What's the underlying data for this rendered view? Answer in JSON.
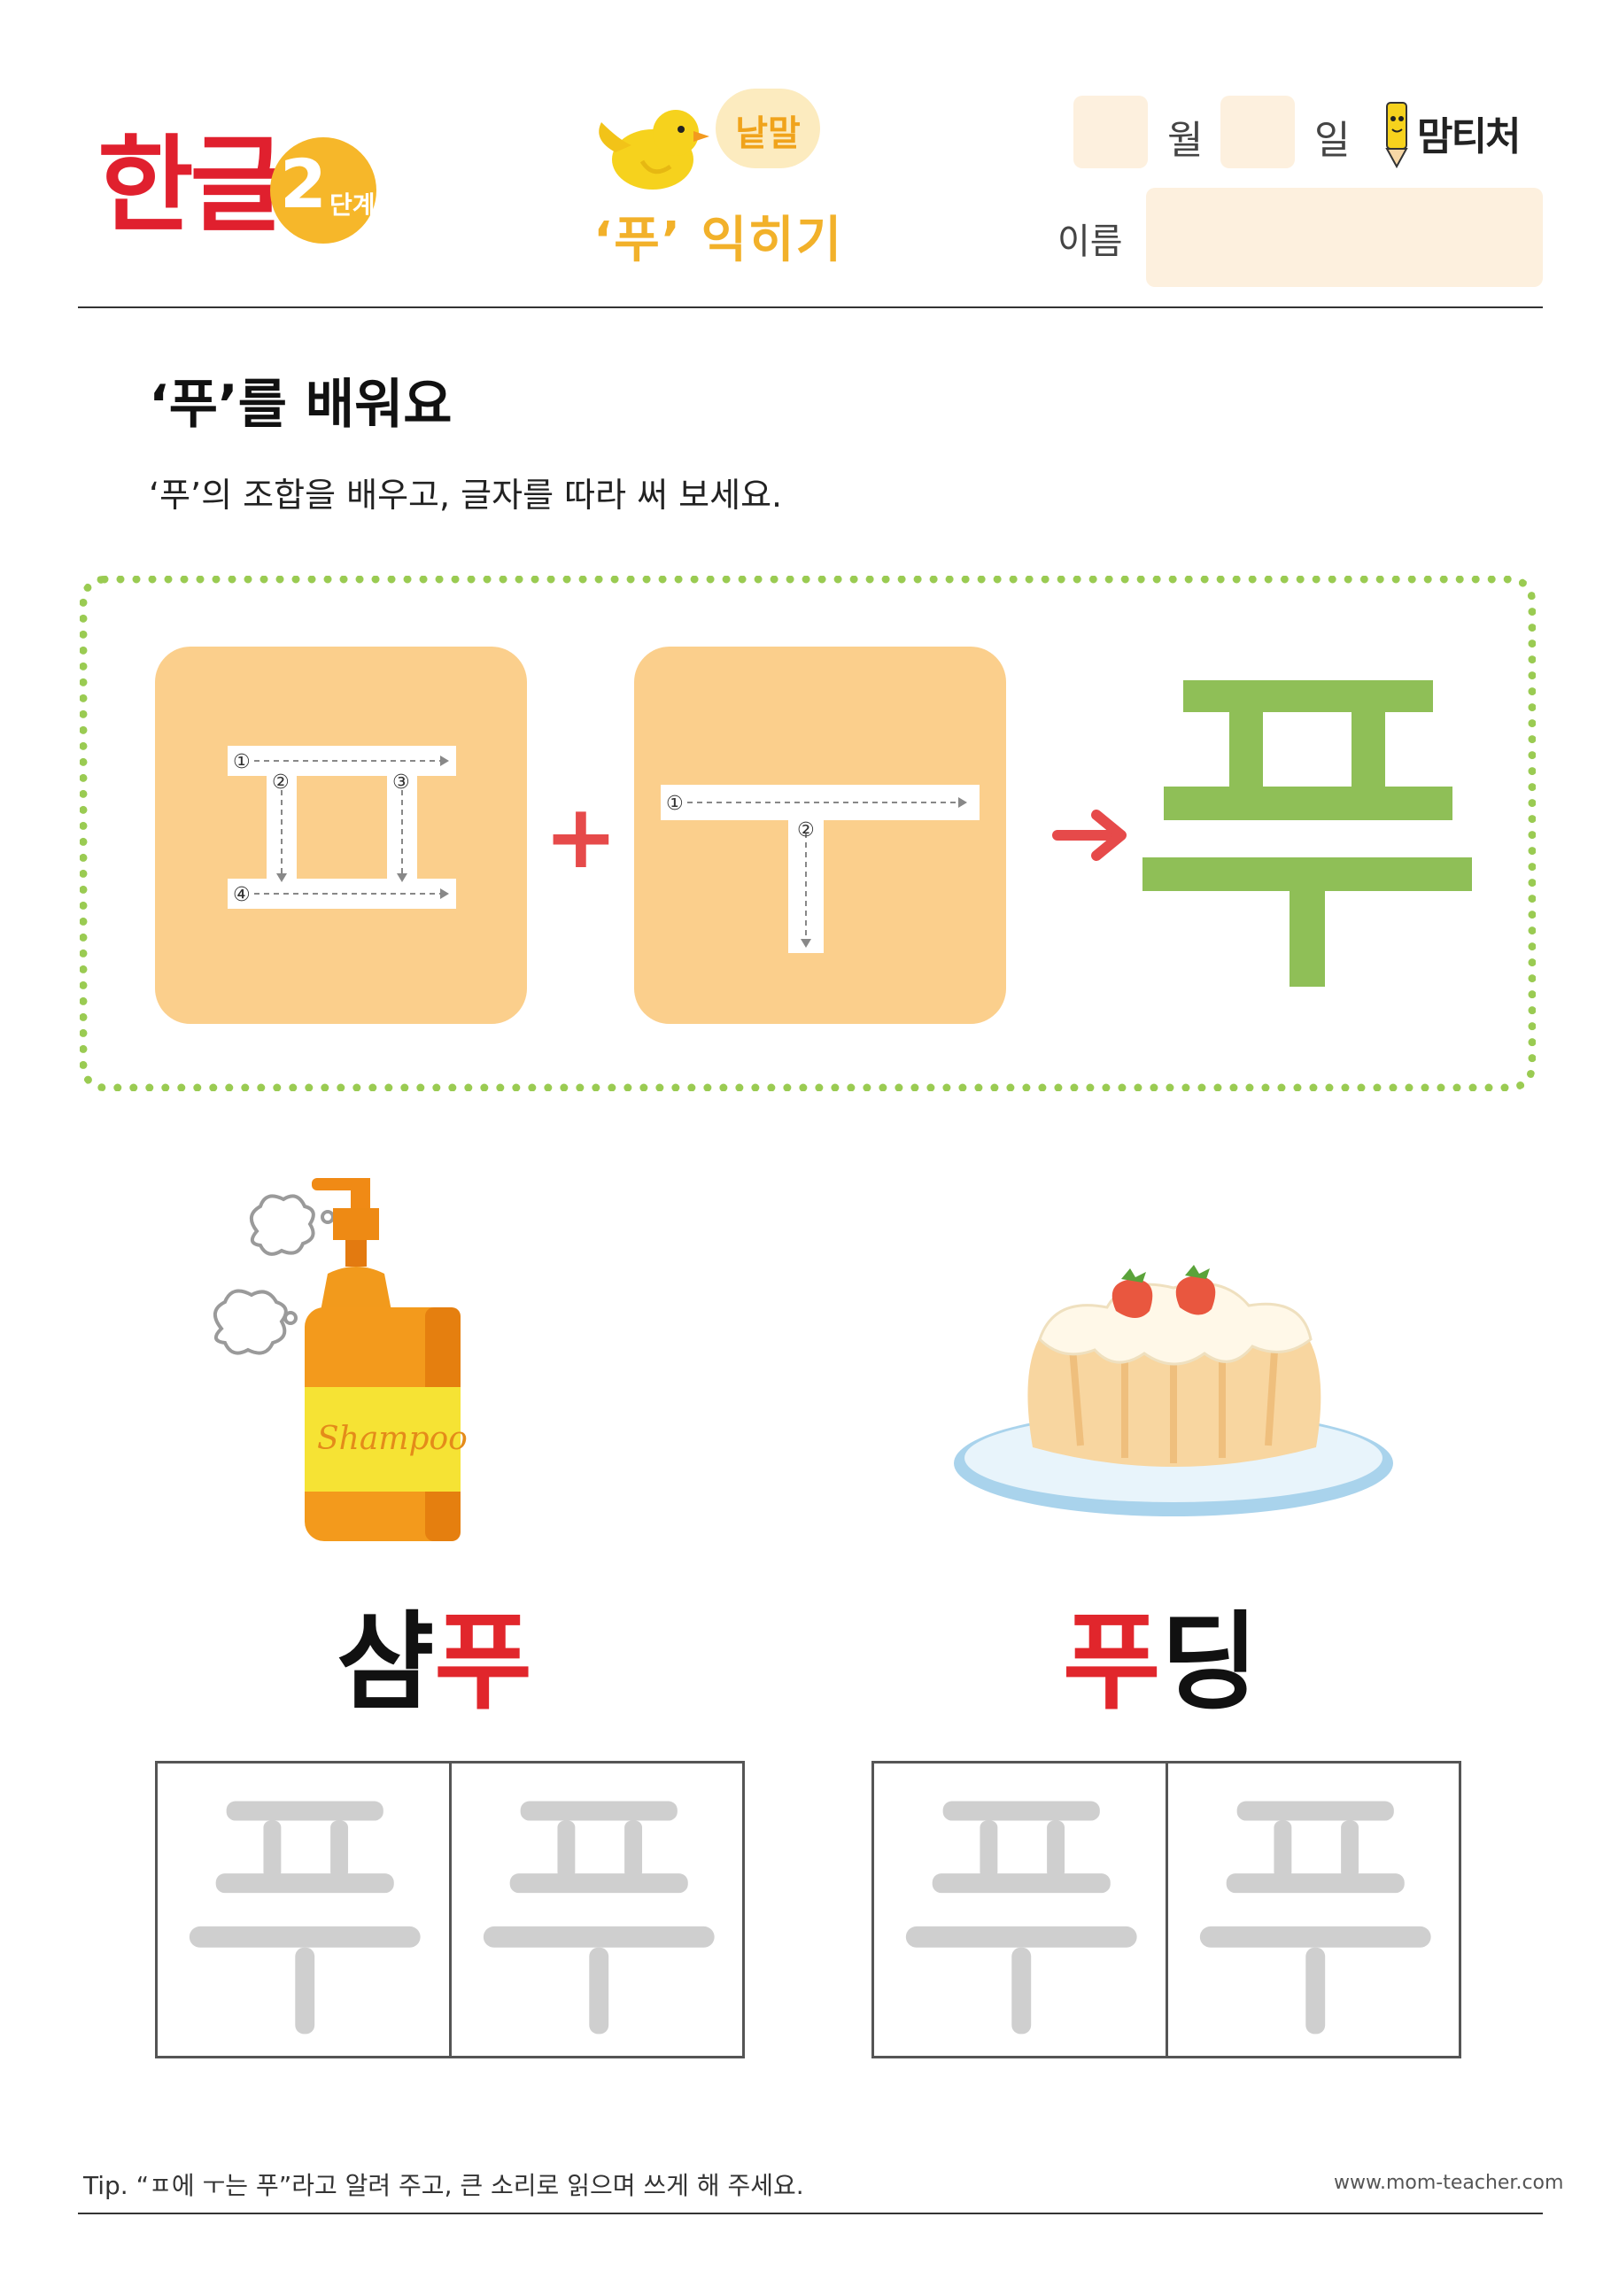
{
  "header": {
    "logo_main": "한글",
    "logo_stage_num": "2",
    "logo_stage_label": "단계",
    "tag": "낱말",
    "lesson_title": "‘푸’ 익히기",
    "month_label": "월",
    "day_label": "일",
    "name_label": "이름",
    "brand": "맘티처"
  },
  "section": {
    "title": "‘푸’를 배워요",
    "description": "‘푸’의 조합을 배우고, 글자를 따라 써 보세요."
  },
  "combination": {
    "consonant": "ㅍ",
    "vowel": "ㅜ",
    "result": "푸",
    "consonant_steps": [
      "①",
      "②",
      "③",
      "④"
    ],
    "vowel_steps": [
      "①",
      "②"
    ],
    "colors": {
      "tile": "#fbcf8c",
      "result": "#8fbf57",
      "operator": "#e64a4a",
      "border": "#9acb52"
    }
  },
  "items": [
    {
      "illustration_text": "Shampoo",
      "word_prefix": "샴",
      "word_highlight": "푸",
      "word_suffix": "",
      "trace": [
        "푸",
        "푸"
      ]
    },
    {
      "illustration_text": "",
      "word_prefix": "",
      "word_highlight": "푸",
      "word_suffix": "딩",
      "trace": [
        "푸",
        "푸"
      ]
    }
  ],
  "footer": {
    "tip": "Tip. “ㅍ에 ㅜ는 푸”라고 알려 주고, 큰 소리로 읽으며 쓰게 해 주세요.",
    "website": "www.mom-teacher.com"
  }
}
